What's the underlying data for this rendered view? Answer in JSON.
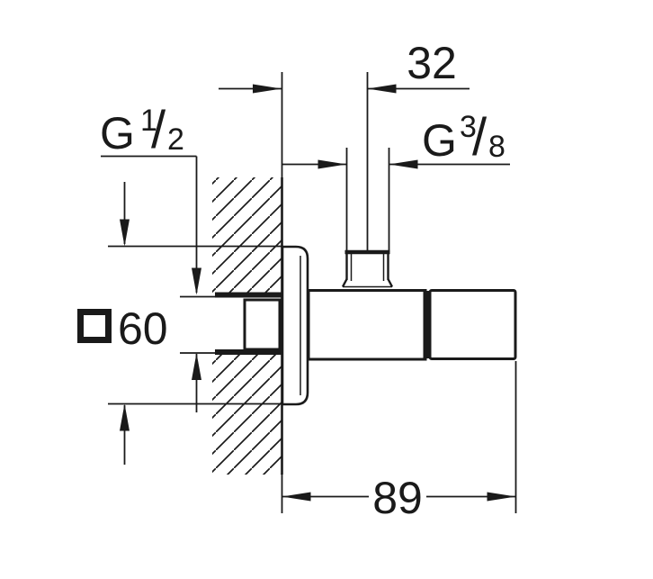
{
  "drawing": {
    "kind": "angle-valve technical dimension drawing",
    "colors": {
      "ink": "#1a1a1a",
      "background": "#ffffff"
    },
    "icons": {
      "square_symbol": "square-section-symbol"
    }
  },
  "dimensions": {
    "outlet_offset": {
      "value": "32"
    },
    "total_depth": {
      "value": "89"
    },
    "plate_size": {
      "value": "60"
    },
    "wall_thread": {
      "letter": "G",
      "numerator": "1",
      "slash": "/",
      "denominator": "2"
    },
    "outlet_thread": {
      "letter": "G",
      "numerator": "3",
      "slash": "/",
      "denominator": "8"
    }
  }
}
